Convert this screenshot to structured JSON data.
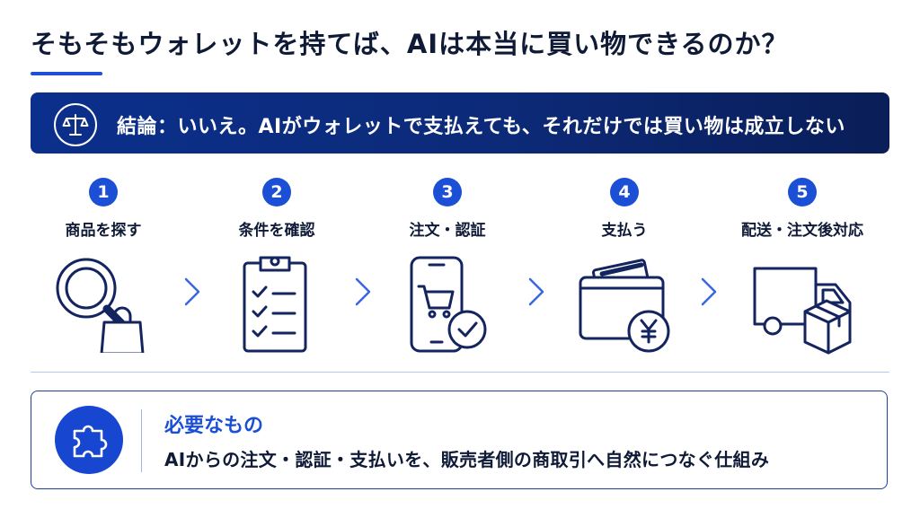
{
  "title": "そもそもウォレットを持てば、AIは本当に買い物できるのか？",
  "conclusion": {
    "icon": "scales-icon",
    "text": "結論：いいえ。AIがウォレットで支払えても、それだけでは買い物は成立しない"
  },
  "steps": [
    {
      "number": "1",
      "label": "商品を探す",
      "icon": "magnifier-bag-icon"
    },
    {
      "number": "2",
      "label": "条件を確認",
      "icon": "clipboard-checklist-icon"
    },
    {
      "number": "3",
      "label": "注文・認証",
      "icon": "phone-cart-check-icon"
    },
    {
      "number": "4",
      "label": "支払う",
      "icon": "wallet-yen-icon"
    },
    {
      "number": "5",
      "label": "配送・注文後対応",
      "icon": "truck-box-icon"
    }
  ],
  "requirement": {
    "icon": "puzzle-icon",
    "title": "必要なもの",
    "text": "AIからの注文・認証・支払いを、販売者側の商取引へ自然につなぐ仕組み"
  },
  "colors": {
    "accent": "#1a4fd6",
    "banner": "#0b2f8c",
    "text": "#0f1a36"
  }
}
